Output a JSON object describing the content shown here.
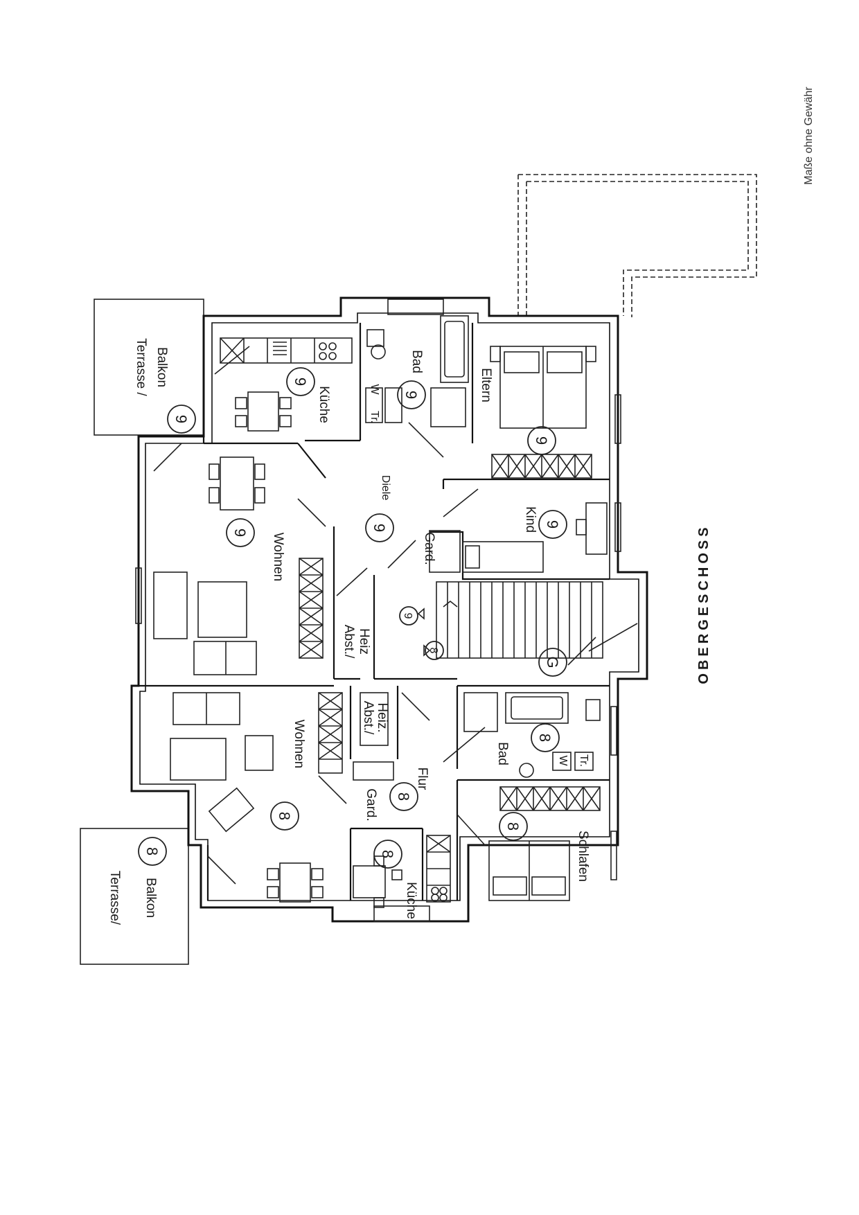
{
  "plan": {
    "title": "OBERGESCHOSS",
    "note": "Maße ohne Gewähr"
  },
  "apt9": {
    "terrace": {
      "line1": "Terrasse /",
      "line2": "Balkon",
      "unit": "9"
    },
    "kitchen": {
      "label": "Küche",
      "unit": "9"
    },
    "bath": {
      "label": "Bad",
      "unit": "9",
      "dryer": "Tr.",
      "washer": "W"
    },
    "parents": {
      "label": "Eltern",
      "unit": "9"
    },
    "hall": {
      "label": "Diele",
      "unit": "9"
    },
    "child": {
      "label": "Kind",
      "unit": "9"
    },
    "wardrobe": {
      "label": "Gard."
    },
    "living": {
      "label": "Wohnen",
      "unit": "9"
    },
    "storage": {
      "line1": "Abst./",
      "line2": "Heiz"
    }
  },
  "stair": {
    "upper": "9",
    "lower": "8",
    "garage": "G"
  },
  "apt8": {
    "storage": {
      "line1": "Abst./",
      "line2": "Heiz."
    },
    "bath": {
      "label": "Bad",
      "unit": "8",
      "dryer": "Tr.",
      "washer": "W"
    },
    "living": {
      "label": "Wohnen",
      "unit": "8"
    },
    "hall": {
      "label": "Flur",
      "unit": "8"
    },
    "wardrobe": {
      "label": "Gard."
    },
    "bedroom": {
      "label": "Schlafen",
      "unit": "8"
    },
    "kitchen": {
      "label": "Küche",
      "unit": "8"
    },
    "terrace": {
      "line1": "Terrasse/",
      "line2": "Balkon",
      "unit": "8"
    }
  }
}
